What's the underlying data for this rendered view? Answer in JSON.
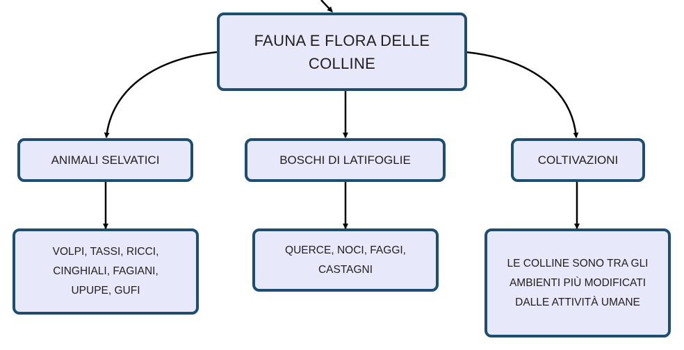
{
  "diagram": {
    "root": {
      "label": "FAUNA E FLORA DELLE\nCOLLINE"
    },
    "categories": [
      {
        "label": "ANIMALI SELVATICI",
        "detail": "VOLPI, TASSI, RICCI,\nCINGHIALI, FAGIANI,\nUPUPE, GUFI"
      },
      {
        "label": "BOSCHI DI LATIFOGLIE",
        "detail": "QUERCE, NOCI, FAGGI,\nCASTAGNI"
      },
      {
        "label": "COLTIVAZIONI",
        "detail": "LE COLLINE SONO TRA GLI\nAMBIENTI PIÙ MODIFICATI\nDALLE ATTIVITÀ UMANE"
      }
    ],
    "colors": {
      "node_fill": "#e8e8fb",
      "node_border": "#1d4e6f",
      "connector": "#000000",
      "text": "#1e1e1e"
    }
  }
}
